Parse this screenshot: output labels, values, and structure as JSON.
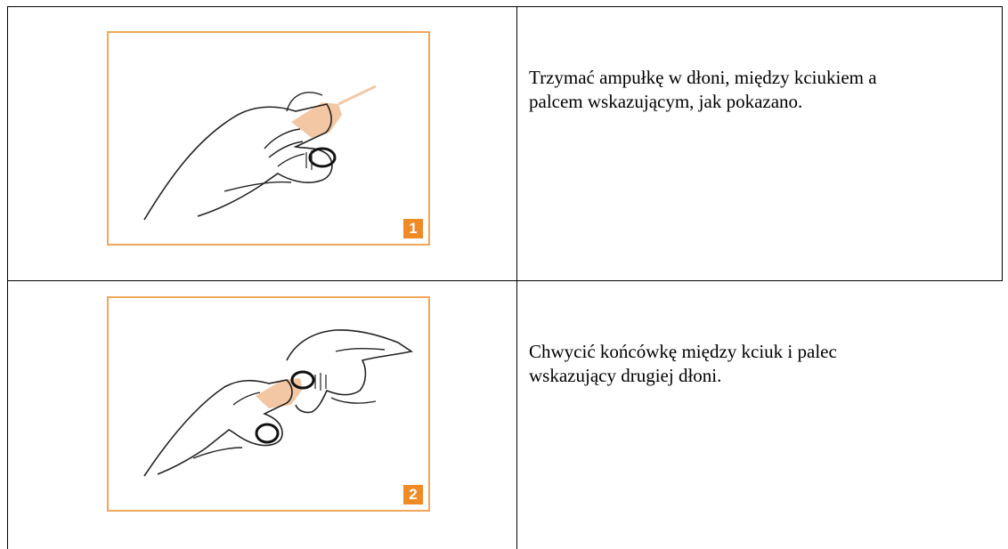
{
  "steps": [
    {
      "badge": "1",
      "illustration": "hand-holding-ampoule-icon",
      "text": "Trzymać ampułkę w dłoni, między kciukiem a\npalcem wskazującym, jak pokazano."
    },
    {
      "badge": "2",
      "illustration": "two-hands-twisting-ampoule-tip-icon",
      "text": "Chwycić końcówkę między kciuk i palec\nwskazujący drugiej dłoni."
    }
  ],
  "colors": {
    "frame": "#f2a65a",
    "badge": "#f08a24",
    "ampoule": "#f3c7a3",
    "border": "#000000"
  }
}
